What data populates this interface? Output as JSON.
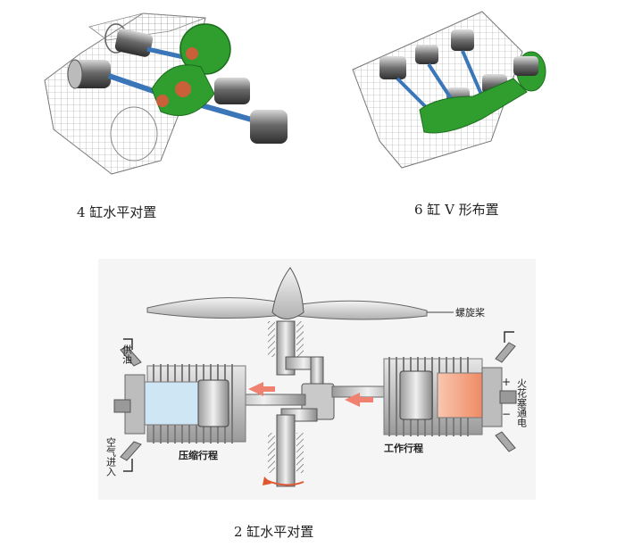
{
  "figures": [
    {
      "caption": "4 缸水平对置"
    },
    {
      "caption": "6 缸 V 形布置"
    },
    {
      "caption": "2 缸水平对置"
    }
  ],
  "diagram_labels": {
    "propeller": "螺旋桨",
    "oil_supply": "供油",
    "air_intake": "空气进入",
    "compression_stroke": "压缩行程",
    "power_stroke": "工作行程",
    "spark_plug_power": "火花塞通电",
    "plus": "+",
    "minus": "−"
  },
  "colors": {
    "crank_green": "#2f9e2f",
    "rod_blue": "#3a76b8",
    "wire_gray": "#8c8c8c",
    "arrow_red": "#f08070",
    "cylinder_blue": "#cfe6f5",
    "hot_orange": "#ef8a64"
  }
}
